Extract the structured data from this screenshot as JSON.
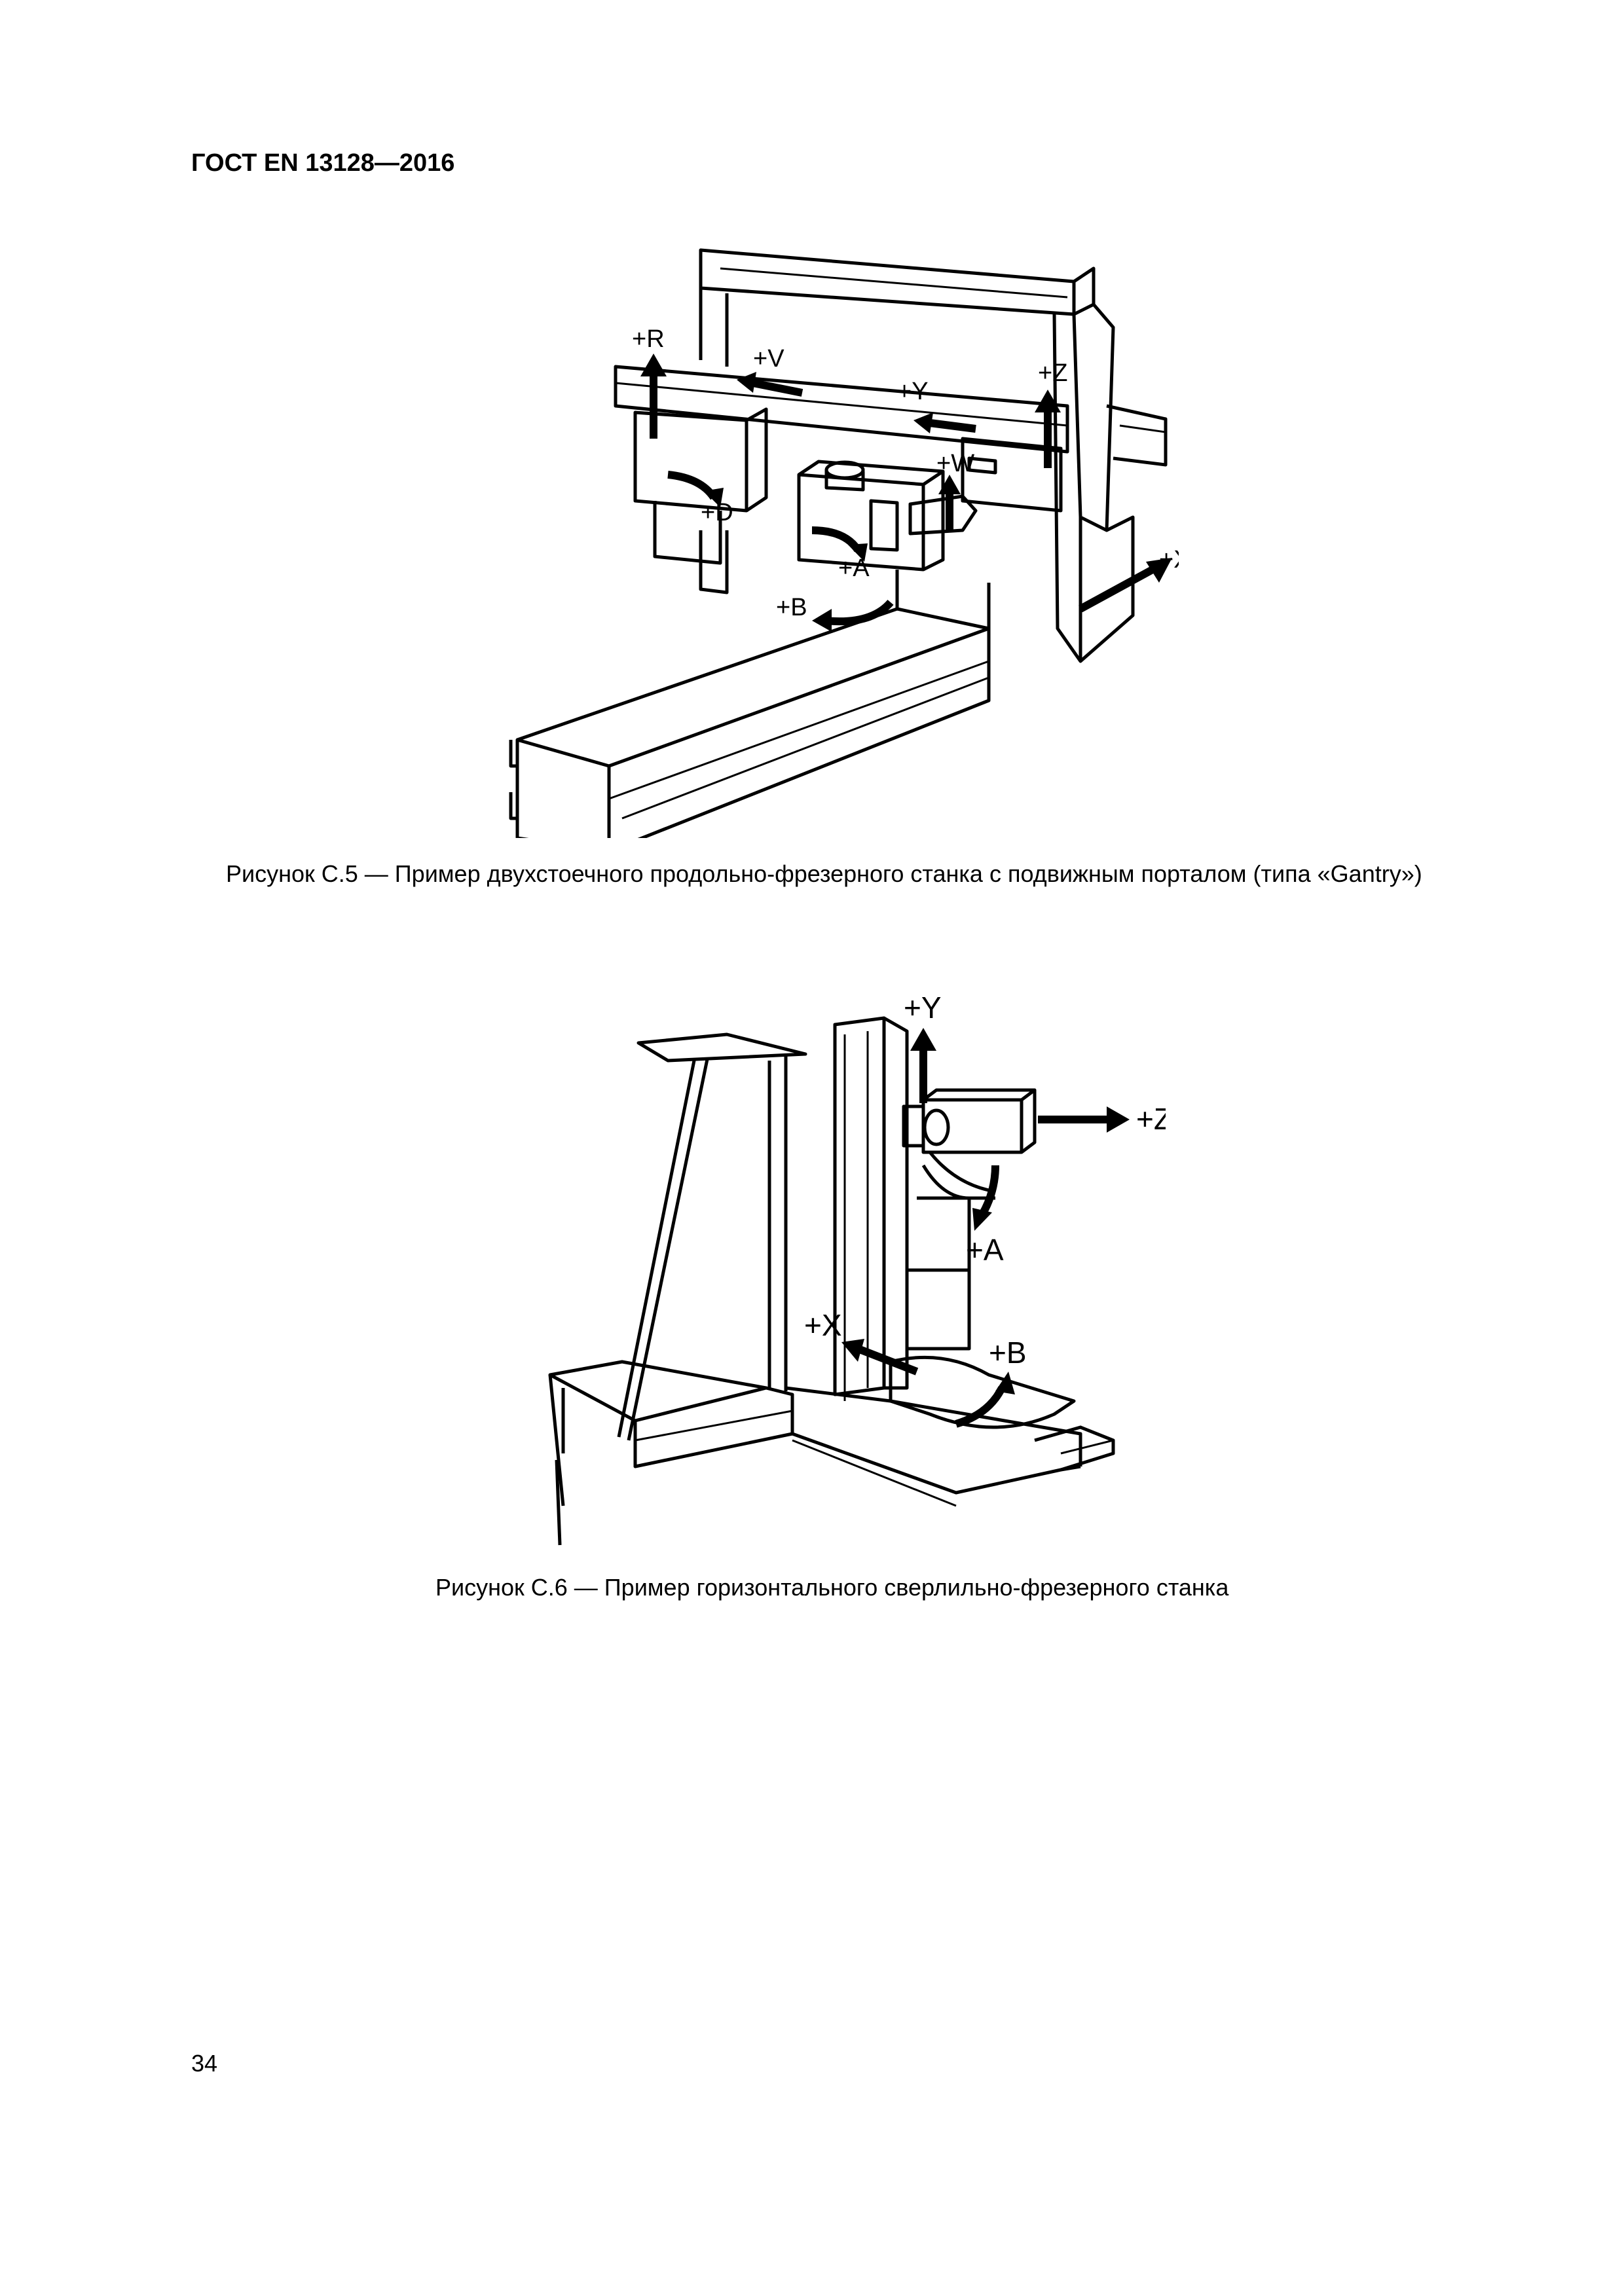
{
  "header": {
    "code": "ГОСТ EN 13128—2016"
  },
  "figure1": {
    "caption": "Рисунок С.5 — Пример двухстоечного продольно-фрезерного станка с подвижным порталом (типа «Gantry»)",
    "axes": {
      "R": "+R",
      "V": "+V",
      "Y": "+Y",
      "Z": "+Z",
      "W": "+W",
      "D": "+D",
      "A": "+A",
      "B": "+B",
      "X": "+X"
    }
  },
  "figure2": {
    "caption": "Рисунок С.6 — Пример горизонтального сверлильно-фрезерного станка",
    "axes": {
      "Y": "+Y",
      "Z": "+Z",
      "A": "+A",
      "X": "+X",
      "B": "+B"
    }
  },
  "page": {
    "number": "34"
  }
}
